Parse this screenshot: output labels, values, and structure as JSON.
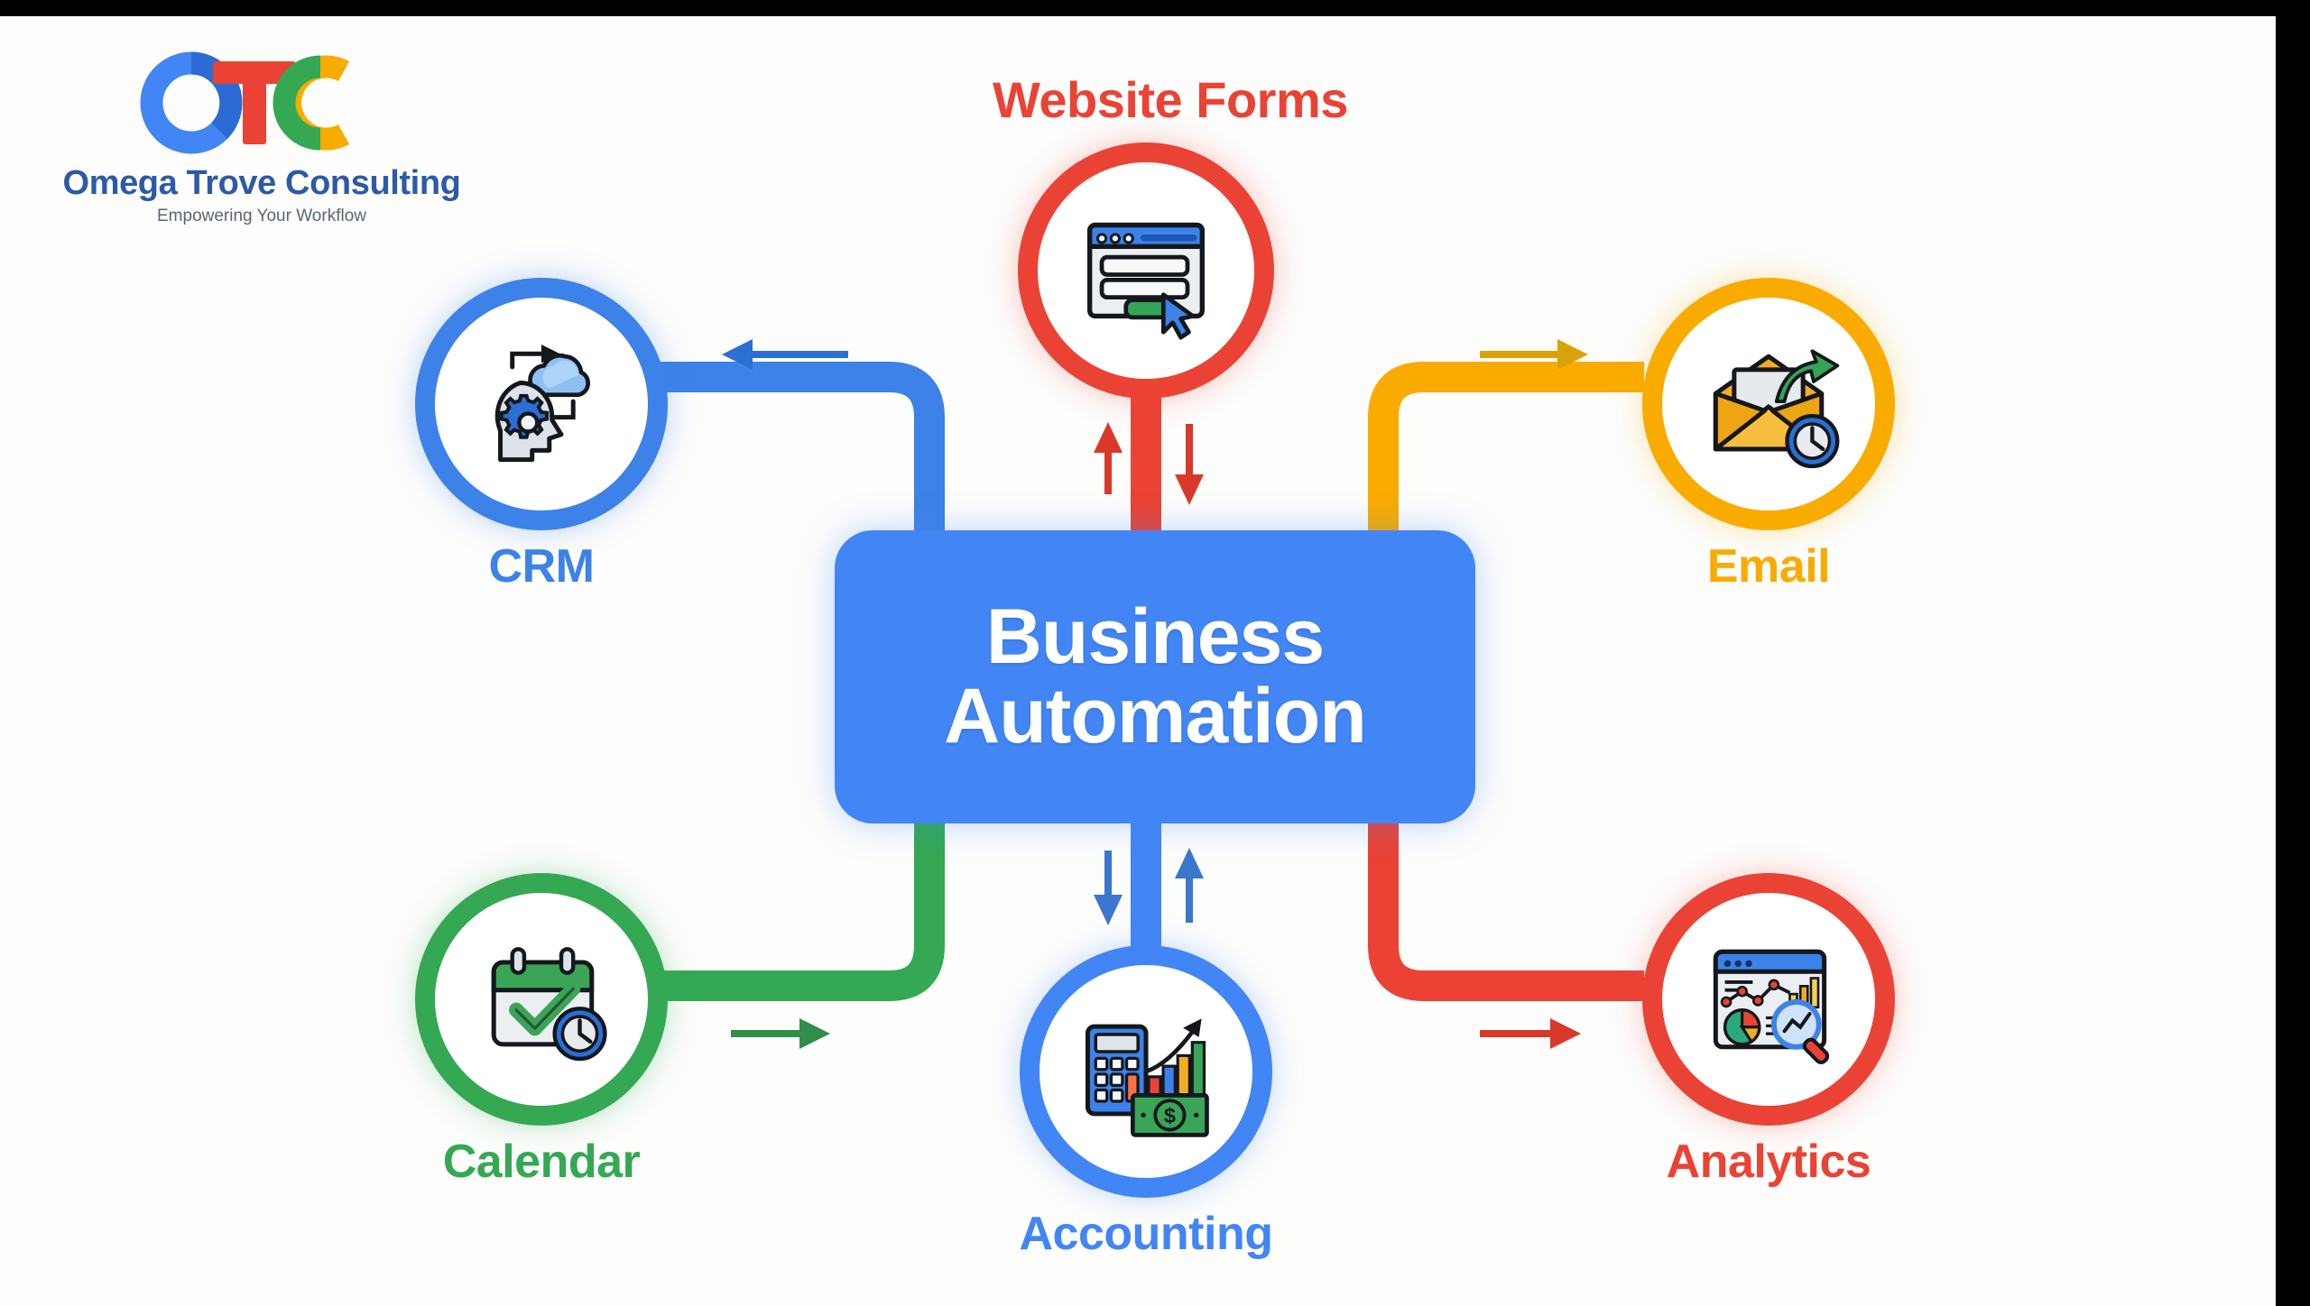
{
  "brand": {
    "logo_mark": "otc-circles-logo",
    "name": "Omega Trove Consulting",
    "tagline": "Empowering Your Workflow",
    "name_color": "#2c5aa8",
    "tagline_color": "#5b6670"
  },
  "hub": {
    "line1": "Business",
    "line2": "Automation",
    "bg_color": "#4285f4",
    "text_color": "#ffffff"
  },
  "colors": {
    "blue": "#4285f4",
    "red": "#ea4335",
    "yellow": "#f9ab00",
    "green": "#34a853",
    "blue_dark": "#2c6fd4",
    "red_dark": "#e8412f",
    "background": "#fdfdfc",
    "letterbox": "#000000"
  },
  "nodes": [
    {
      "id": "crm",
      "label": "CRM",
      "color": "#3c82e8",
      "icon": "brain-gear-cloud-sync-icon",
      "position": "top-left",
      "arrow_direction": "left",
      "arrow_count": 1
    },
    {
      "id": "website-forms",
      "label": "Website Forms",
      "color": "#ea4335",
      "icon": "browser-form-cursor-icon",
      "position": "top-center",
      "arrow_direction": "bidirectional",
      "arrow_count": 2
    },
    {
      "id": "email",
      "label": "Email",
      "color": "#f9ab00",
      "icon": "envelope-send-clock-icon",
      "position": "top-right",
      "arrow_direction": "right",
      "arrow_count": 1
    },
    {
      "id": "calendar",
      "label": "Calendar",
      "color": "#34a853",
      "icon": "calendar-check-clock-icon",
      "position": "bottom-left",
      "arrow_direction": "right",
      "arrow_count": 1
    },
    {
      "id": "accounting",
      "label": "Accounting",
      "color": "#4285f4",
      "icon": "calculator-chart-money-icon",
      "position": "bottom-center",
      "arrow_direction": "bidirectional",
      "arrow_count": 2
    },
    {
      "id": "analytics",
      "label": "Analytics",
      "color": "#ea4335",
      "icon": "dashboard-magnifier-charts-icon",
      "position": "bottom-right",
      "arrow_direction": "right",
      "arrow_count": 1
    }
  ],
  "diagram": {
    "type": "hub-and-spoke",
    "center": "Business Automation",
    "spoke_count": 6
  }
}
